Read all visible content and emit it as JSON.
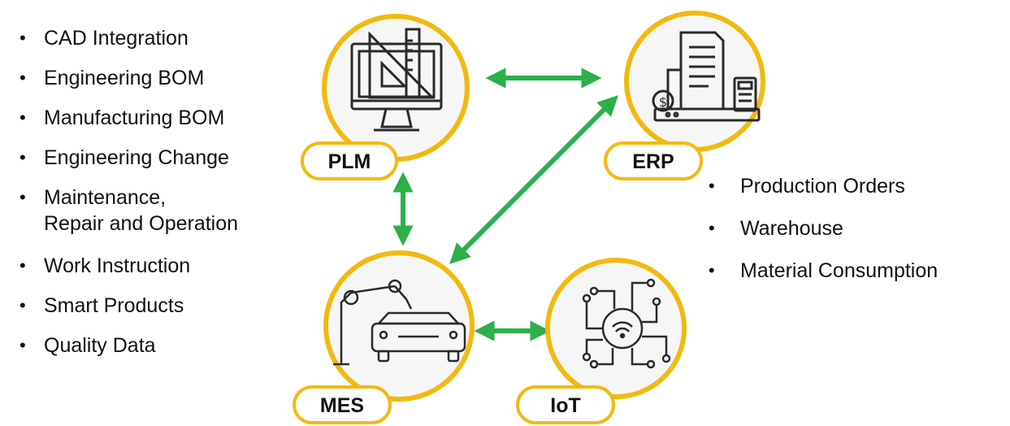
{
  "colors": {
    "ring": "#f2b90f",
    "arrow": "#2bb04a",
    "node_fill": "#f6f6f6",
    "icon": "#2a2a2a"
  },
  "left_list": [
    "CAD Integration",
    "Engineering BOM",
    "Manufacturing BOM",
    "Engineering Change",
    "Maintenance,",
    "Repair and Operation",
    "Work Instruction",
    "Smart Products",
    "Quality Data"
  ],
  "right_list": [
    "Production Orders",
    "Warehouse",
    "Material Consumption"
  ],
  "nodes": {
    "plm": {
      "label": "PLM",
      "icon": "monitor-drafting-icon"
    },
    "erp": {
      "label": "ERP",
      "icon": "laptop-invoice-icon"
    },
    "mes": {
      "label": "MES",
      "icon": "robot-arm-car-icon"
    },
    "iot": {
      "label": "IoT",
      "icon": "wifi-circuit-icon"
    }
  }
}
